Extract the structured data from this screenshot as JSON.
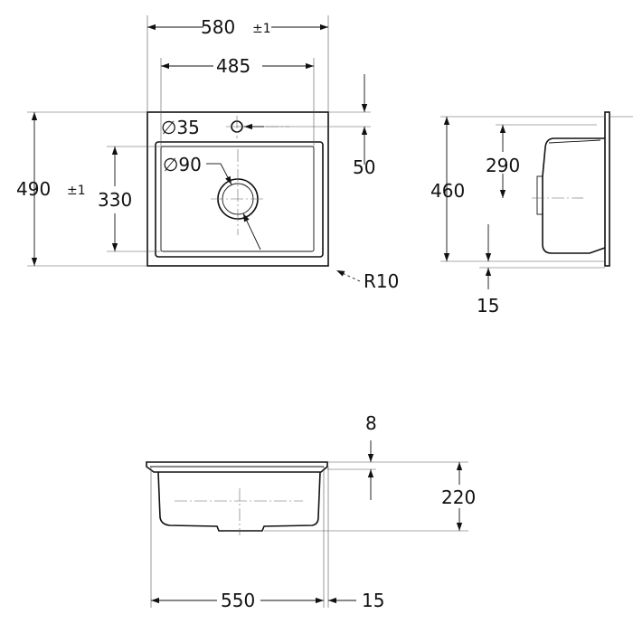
{
  "top_view": {
    "width_overall": "580",
    "width_tolerance": "±1",
    "bowl_width": "485",
    "tap_hole_diameter": "∅35",
    "drain_diameter": "∅90",
    "height_overall": "490",
    "height_tolerance": "±1",
    "bowl_height": "330",
    "tap_offset": "50",
    "corner_radius": "R10"
  },
  "side_view": {
    "overall_depth_span": "460",
    "bowl_depth": "290",
    "rim_offset": "15"
  },
  "front_view": {
    "rim_thickness": "8",
    "bowl_depth": "220",
    "bowl_width": "550",
    "rim_width": "15"
  }
}
